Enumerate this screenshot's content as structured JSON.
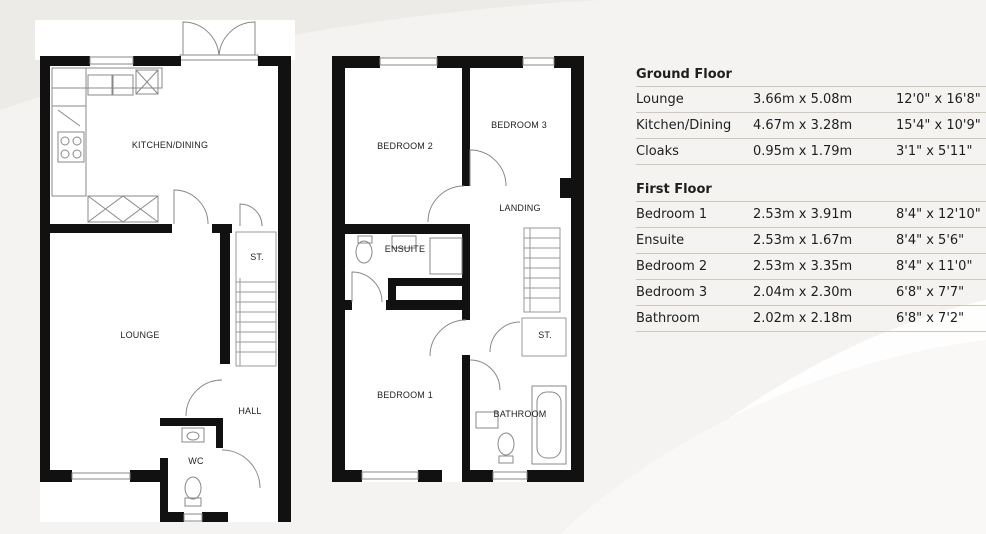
{
  "plans": {
    "ground_floor_rooms": [
      {
        "key": "kitchen-dining",
        "label": "KITCHEN/DINING"
      },
      {
        "key": "lounge",
        "label": "LOUNGE"
      },
      {
        "key": "stairs",
        "label": "ST."
      },
      {
        "key": "hall",
        "label": "HALL"
      },
      {
        "key": "wc",
        "label": "WC"
      }
    ],
    "first_floor_rooms": [
      {
        "key": "bedroom-2",
        "label": "BEDROOM 2"
      },
      {
        "key": "bedroom-3",
        "label": "BEDROOM 3"
      },
      {
        "key": "landing",
        "label": "LANDING"
      },
      {
        "key": "ensuite",
        "label": "ENSUITE"
      },
      {
        "key": "bedroom-1",
        "label": "BEDROOM 1"
      },
      {
        "key": "storage",
        "label": "ST."
      },
      {
        "key": "bathroom",
        "label": "BATHROOM"
      }
    ]
  },
  "schedule": {
    "ground_floor": {
      "heading": "Ground Floor",
      "rows": [
        {
          "room": "Lounge",
          "metric": "3.66m x 5.08m",
          "imperial": "12'0\" x 16'8\""
        },
        {
          "room": "Kitchen/Dining",
          "metric": "4.67m x 3.28m",
          "imperial": "15'4\" x 10'9\""
        },
        {
          "room": "Cloaks",
          "metric": "0.95m x 1.79m",
          "imperial": "3'1\" x 5'11\""
        }
      ]
    },
    "first_floor": {
      "heading": "First Floor",
      "rows": [
        {
          "room": "Bedroom 1",
          "metric": "2.53m x 3.91m",
          "imperial": "8'4\" x 12'10\""
        },
        {
          "room": "Ensuite",
          "metric": "2.53m x 1.67m",
          "imperial": "8'4\" x 5'6\""
        },
        {
          "room": "Bedroom 2",
          "metric": "2.53m x 3.35m",
          "imperial": "8'4\" x 11'0\""
        },
        {
          "room": "Bedroom 3",
          "metric": "2.04m x 2.30m",
          "imperial": "6'8\" x 7'7\""
        },
        {
          "room": "Bathroom",
          "metric": "2.02m x 2.18m",
          "imperial": "6'8\" x 7'2\""
        }
      ]
    }
  }
}
